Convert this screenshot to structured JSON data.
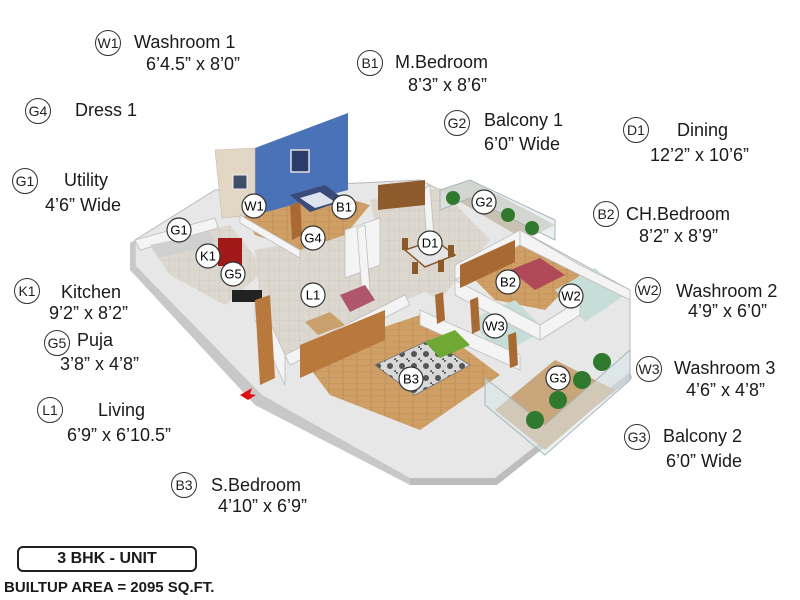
{
  "legend": {
    "W1": {
      "code": "W1",
      "name": "Washroom 1",
      "dim": "6’4.5” x 8’0”"
    },
    "B1": {
      "code": "B1",
      "name": "M.Bedroom",
      "dim": "8’3” x 8’6”"
    },
    "G4": {
      "code": "G4",
      "name": "Dress 1",
      "dim": ""
    },
    "G2": {
      "code": "G2",
      "name": "Balcony 1",
      "dim": "6’0” Wide"
    },
    "D1": {
      "code": "D1",
      "name": "Dining",
      "dim": "12’2” x 10’6”"
    },
    "G1": {
      "code": "G1",
      "name": "Utility",
      "dim": "4’6” Wide"
    },
    "B2": {
      "code": "B2",
      "name": "CH.Bedroom",
      "dim": "8’2” x 8’9”"
    },
    "K1": {
      "code": "K1",
      "name": "Kitchen",
      "dim": "9’2” x 8’2”"
    },
    "W2": {
      "code": "W2",
      "name": "Washroom 2",
      "dim": "4’9” x 6’0”"
    },
    "G5": {
      "code": "G5",
      "name": "Puja",
      "dim": "3’8” x 4’8”"
    },
    "W3": {
      "code": "W3",
      "name": "Washroom 3",
      "dim": "4’6” x 4’8”"
    },
    "L1": {
      "code": "L1",
      "name": "Living",
      "dim": "6’9” x 6’10.5”"
    },
    "G3": {
      "code": "G3",
      "name": "Balcony 2",
      "dim": "6’0” Wide"
    },
    "B3": {
      "code": "B3",
      "name": "S.Bedroom",
      "dim": "4’10” x 6’9”"
    }
  },
  "plan_badges": {
    "W1": "W1",
    "B1": "B1",
    "G2": "G2",
    "G1": "G1",
    "G4": "G4",
    "K1": "K1",
    "D1": "D1",
    "G5": "G5",
    "L1": "L1",
    "B2": "B2",
    "W2": "W2",
    "W3": "W3",
    "B3": "B3",
    "G3": "G3"
  },
  "unit_label": "3 BHK - UNIT",
  "builtup_area": "BUILTUP AREA = 2095 SQ.FT.",
  "colors": {
    "accent_wall": "#4a72b8",
    "wood_floor": "#c99b63",
    "tile_floor": "#d8d4cc",
    "entry_arrow": "#e01010"
  }
}
